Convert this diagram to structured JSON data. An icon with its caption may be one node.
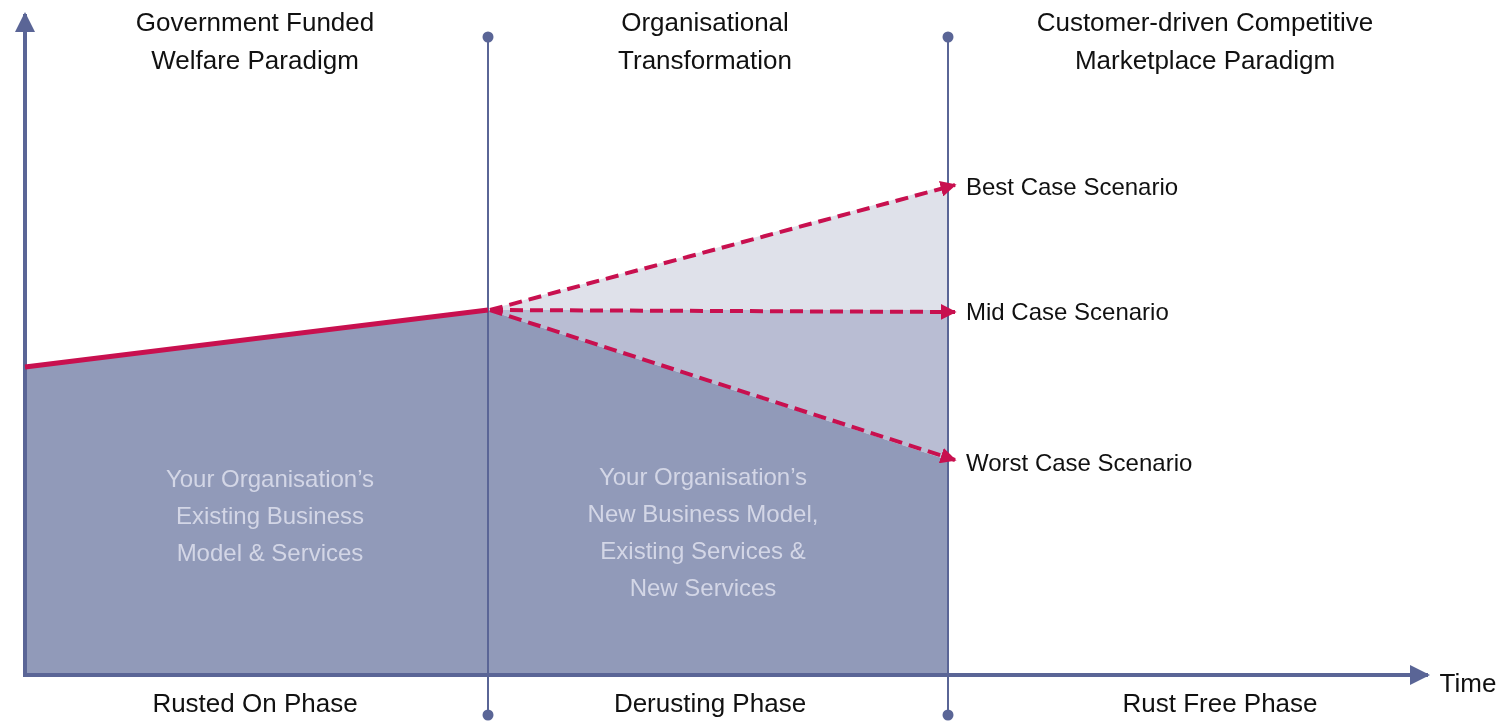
{
  "diagram": {
    "nodes": [
      {
        "text": [
          "Your Organisation’s Existing Business Model & Services"
        ]
      },
      {
        "text": [
          "Your Organisation’s New Business Model, Existing Services & New Services"
        ]
      },
      {
        "text": [
          "Best Case Scenario"
        ]
      },
      {
        "text": [
          "Mid Case Scenario"
        ]
      },
      {
        "text": [
          "Worst Case Scenario"
        ]
      }
    ],
    "edges": [
      {
        "from": 1,
        "to": 2,
        "arrow": "to",
        "style": "dashed"
      },
      {
        "from": 1,
        "to": 3,
        "arrow": "to",
        "style": "dashed"
      },
      {
        "from": 1,
        "to": 4,
        "arrow": "to",
        "style": "dashed"
      }
    ],
    "labels": [
      "Government Funded Welfare Paradigm",
      "Organisational Transformation",
      "Customer-driven Competitive Marketplace Paradigm",
      "Rusted On Phase",
      "Derusting Phase",
      "Rust Free Phase",
      "Time"
    ]
  }
}
